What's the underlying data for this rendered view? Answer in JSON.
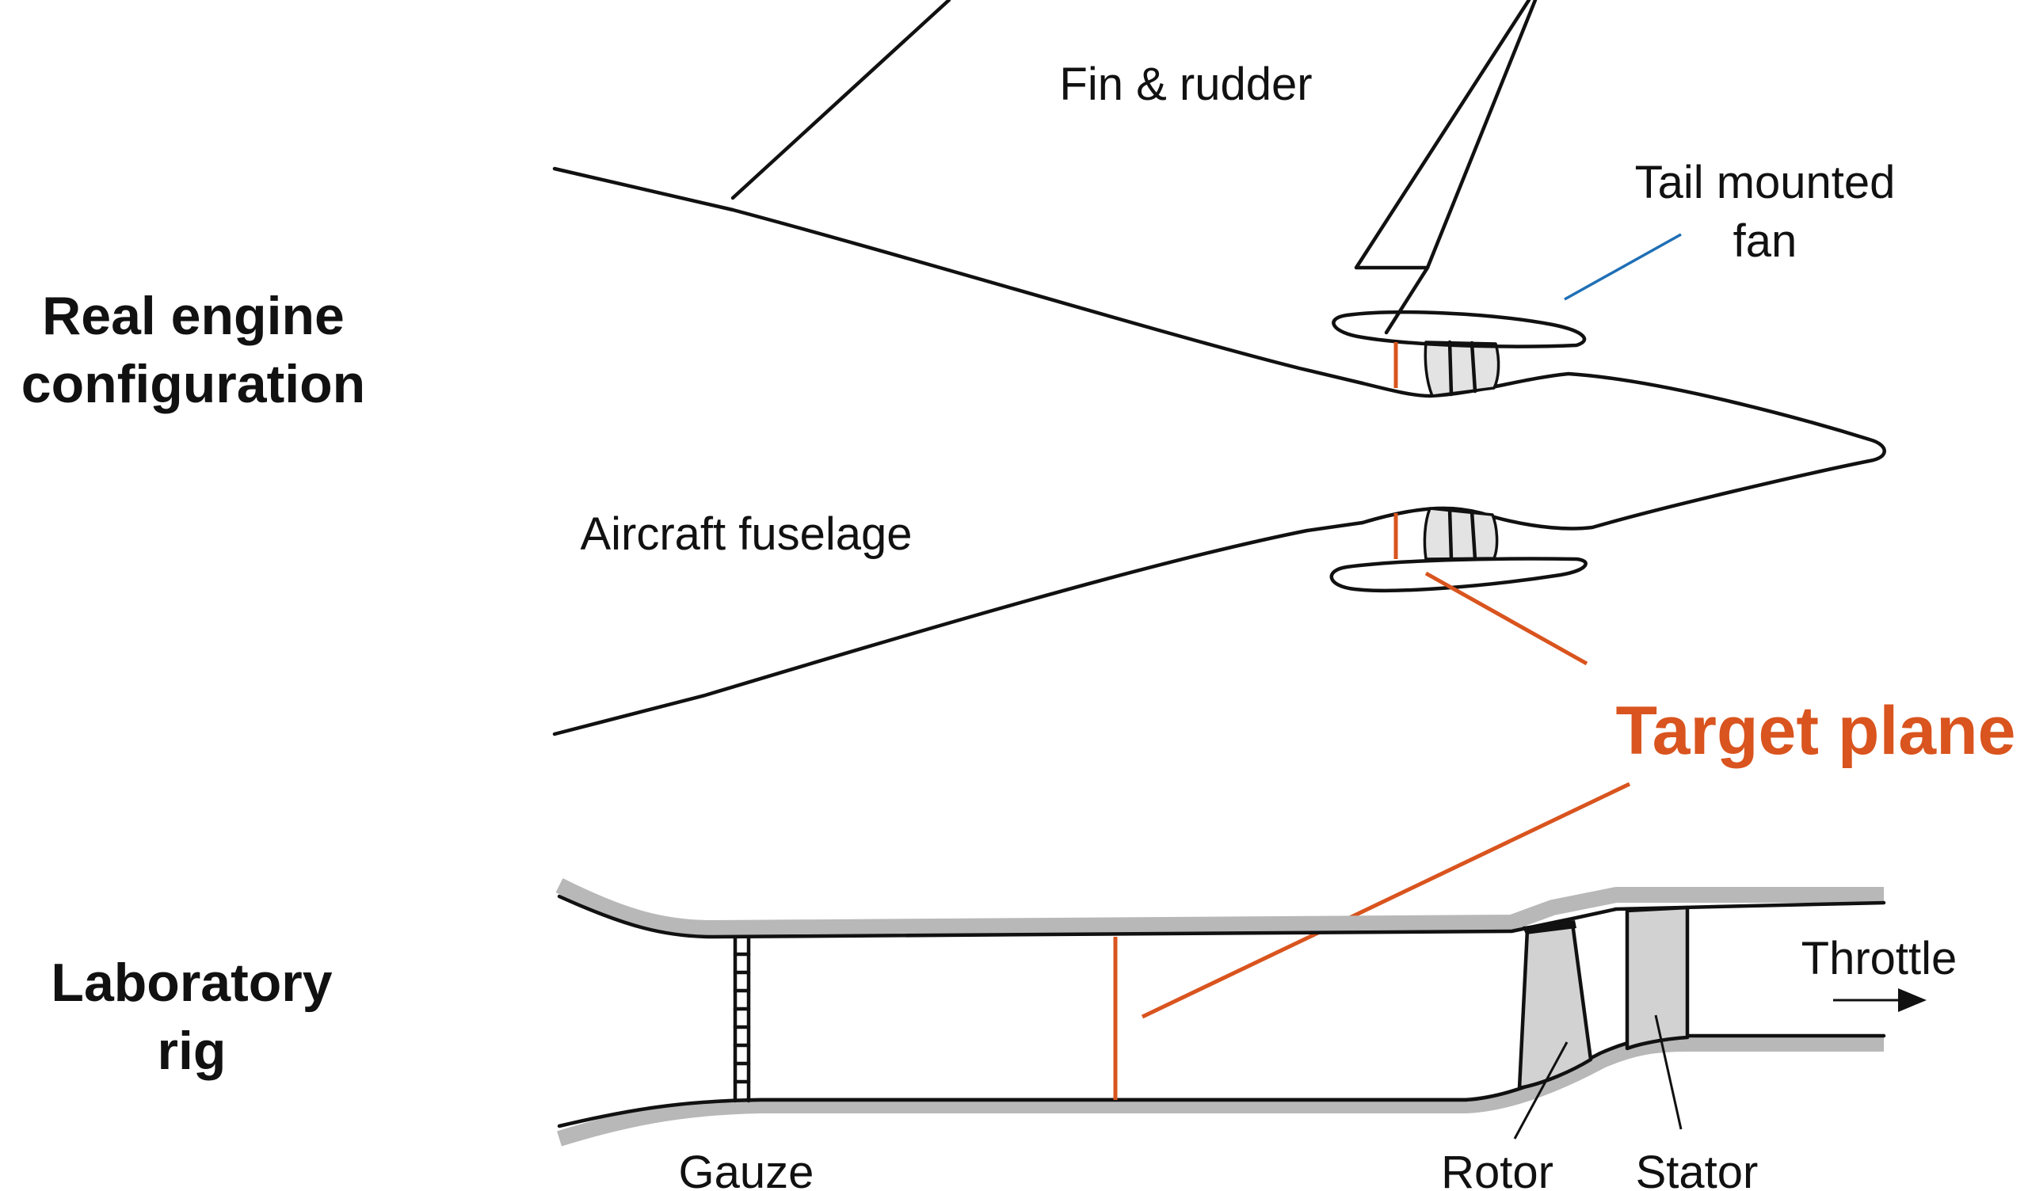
{
  "sections": {
    "real": [
      "Real engine",
      "configuration"
    ],
    "lab": [
      "Laboratory",
      "rig"
    ]
  },
  "labels": {
    "fin": "Fin & rudder",
    "fan": [
      "Tail mounted",
      "fan"
    ],
    "fuselage": "Aircraft fuselage",
    "target": "Target plane",
    "throttle": "Throttle",
    "gauze": "Gauze",
    "rotor": "Rotor",
    "stator": "Stator"
  },
  "colors": {
    "accent": "#d9541e",
    "leader_blue": "#1f6fb5",
    "shade": "#b8b8b8",
    "blade_fill": "#d2d2d2",
    "ink": "#111111"
  },
  "icons": {
    "throttle_arrow": "arrow-right-icon"
  }
}
